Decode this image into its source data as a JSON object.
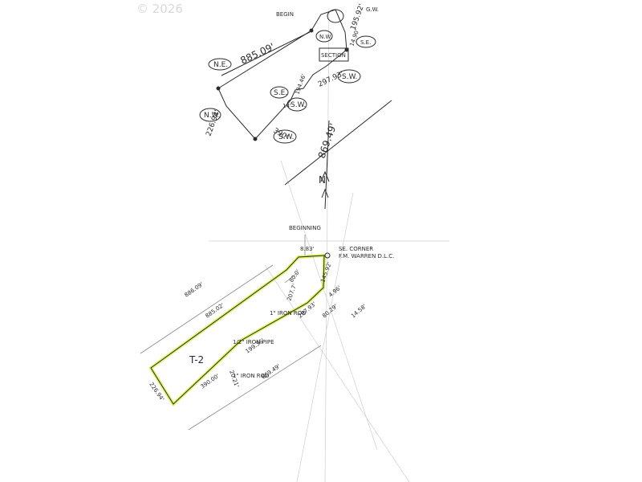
{
  "copyright": "© 2026",
  "colors": {
    "ink": "#2b2b2b",
    "highlight": "#d8f046",
    "faint": "#c8c8c8"
  },
  "top_sketch": {
    "begin": "BEGIN",
    "ne_label": "N.E.",
    "ne_dist": "885.09'",
    "nw_label": "N.W.",
    "nw_dist": "226.94'",
    "se_label": "S.E.",
    "se_dist": "14'",
    "sw_label": "S.W.",
    "sw_dist_390": "390'",
    "sw_dist_194": "194.46'",
    "sw2_label": "S.W.",
    "sw2_dist": "297.93'",
    "se2_label": "S.E.",
    "se2_dist": "14.90'",
    "dist_195": "195.92'",
    "sw_long": "869.49'",
    "nw_small": "N.W.",
    "bracket_label": "SECTION",
    "north": "N",
    "ga": "G.W."
  },
  "bottom_sketch": {
    "beginning": "BEGINNING",
    "corner_line1": "SE. CORNER",
    "corner_line2": "F.M. WARREN D.L.C.",
    "parcel": "T-2",
    "dist_886": "886.09'",
    "dist_885": "885.02'",
    "dist_226": "226.94'",
    "dist_390": "390.00'",
    "dist_869": "869.49'",
    "dist_199": "199.36'",
    "dist_297": "297.93'",
    "dist_207": "207.7'",
    "dist_80": "80.0'",
    "dist_145": "145.92'",
    "dist_80b": "80.29'",
    "dist_14_58": "14.58'",
    "dist_4": "4.96'",
    "dist_8": "8.83'",
    "dist_20": "20.21'",
    "iron_rod_1": "1\" IRON ROD",
    "iron_pipe": "1/2\" IRON PIPE",
    "iron_rod_2": "1\" IRON ROD"
  }
}
